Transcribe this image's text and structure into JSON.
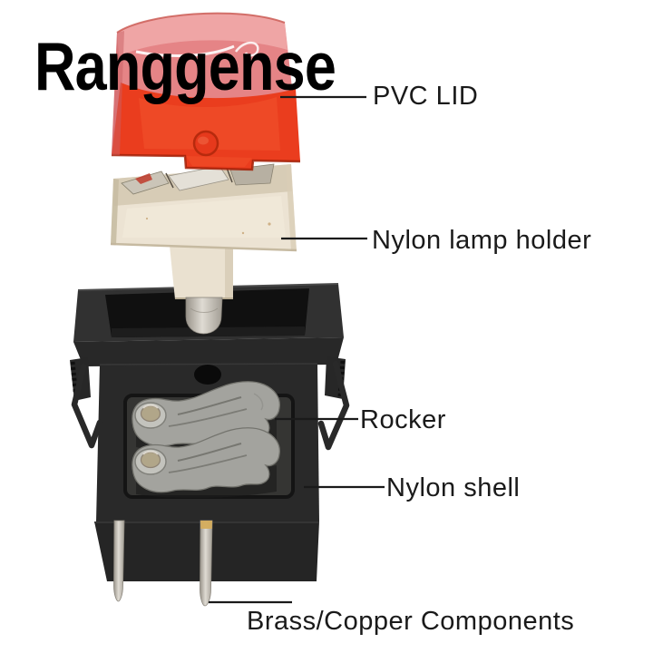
{
  "brand": "Ranggense",
  "callouts": {
    "pvc_lid": "PVC LID",
    "lamp_holder": "Nylon lamp holder",
    "rocker": "Rocker",
    "nylon_shell": "Nylon shell",
    "brass_components": "Brass/Copper Components"
  },
  "colors": {
    "bg": "#ffffff",
    "ink": "#1a1a1a",
    "lid-pink": "#e58486",
    "lid-red": "#ea3d1e",
    "holder-cream": "#ece3d3",
    "shell-black": "#292929",
    "rocker-gray": "#a3a39e",
    "pin-silver": "#dfdbd3",
    "brass-gold": "#d4ac5c"
  }
}
